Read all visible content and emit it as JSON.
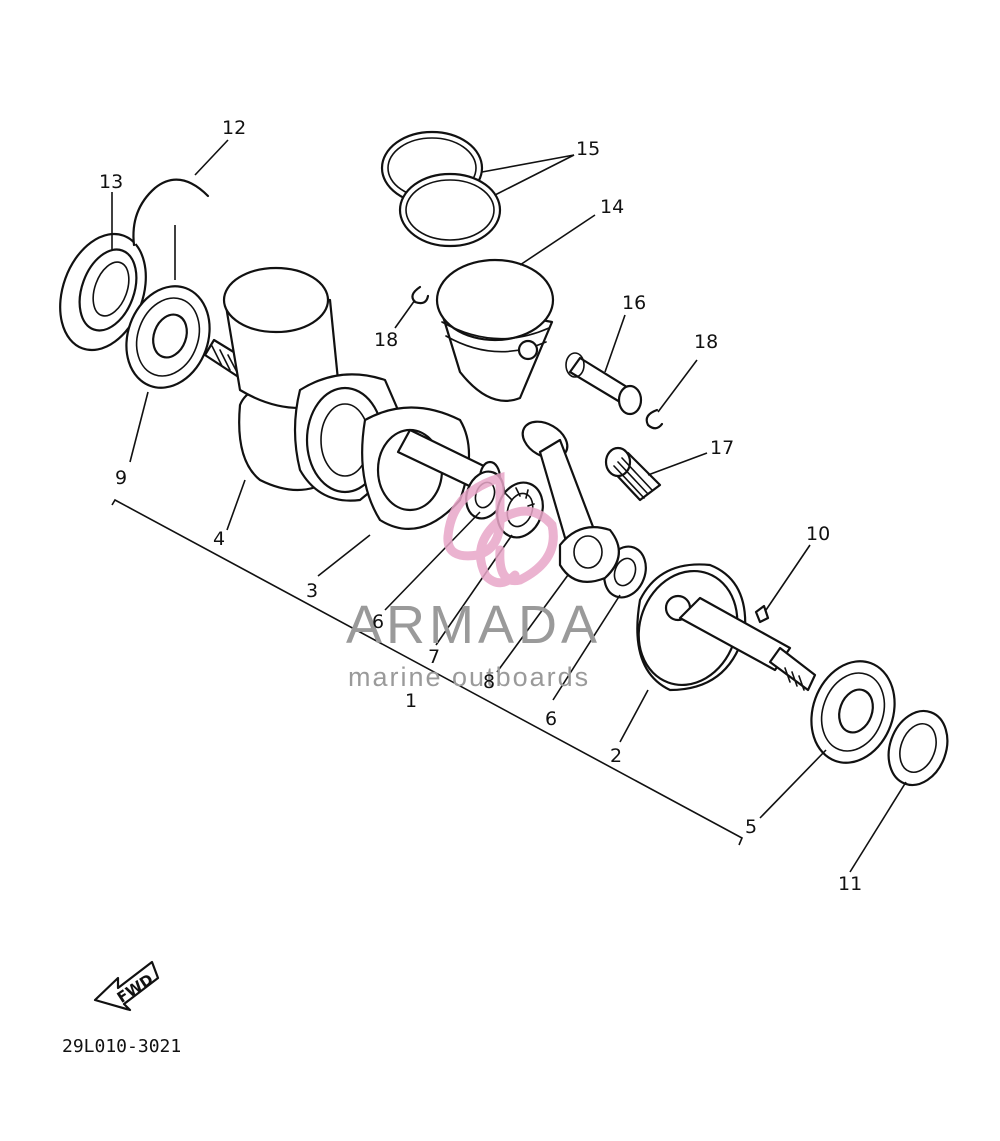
{
  "labels": {
    "l1": "1",
    "l2": "2",
    "l3": "3",
    "l4": "4",
    "l5": "5",
    "l6a": "6",
    "l6b": "6",
    "l7": "7",
    "l8": "8",
    "l9": "9",
    "l10": "10",
    "l11": "11",
    "l12": "12",
    "l13": "13",
    "l14": "14",
    "l15": "15",
    "l16": "16",
    "l17": "17",
    "l18a": "18",
    "l18b": "18"
  },
  "diagram_code": "29L010-3021",
  "fwd_label": "FWD",
  "watermark": {
    "brand": "ARMADA",
    "tagline": "marine outboards",
    "color": "#e8a6c8"
  }
}
